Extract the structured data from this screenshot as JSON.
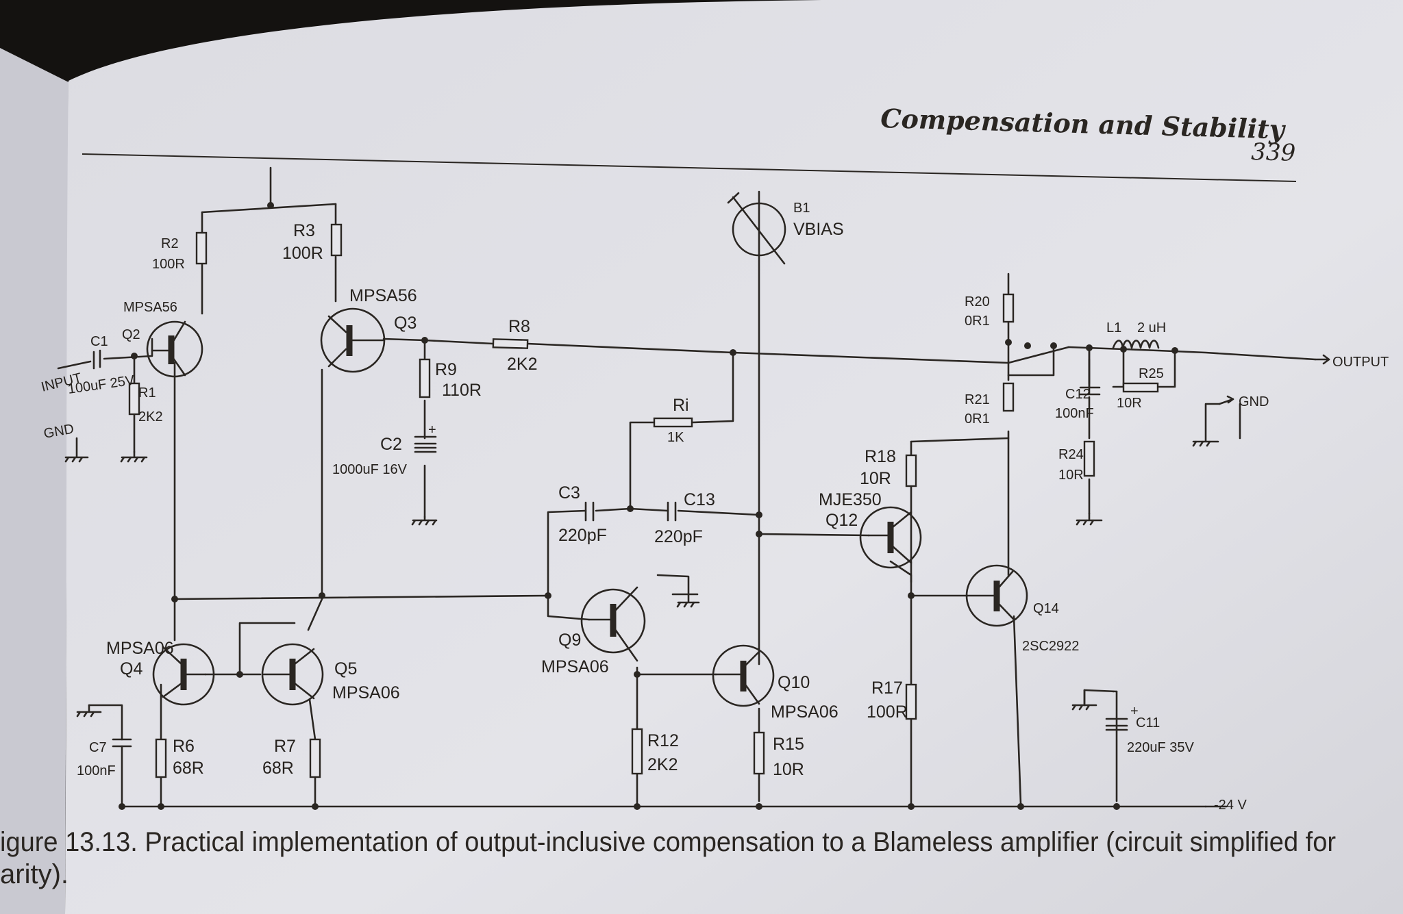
{
  "header": {
    "title": "Compensation and Stability",
    "page_number": "339"
  },
  "caption": {
    "line1": "igure 13.13. Practical implementation of output-inclusive compensation to a Blameless amplifier (circuit simplified for",
    "line2": "arity)."
  },
  "ports": {
    "input": "INPUT",
    "gnd_in": "GND",
    "output": "OUTPUT",
    "gnd_out": "GND",
    "supply": "-24 V"
  },
  "components": {
    "R2": {
      "ref": "R2",
      "value": "100R"
    },
    "R3": {
      "ref": "R3",
      "value": "100R"
    },
    "Q2": {
      "ref": "Q2",
      "part": "MPSA56"
    },
    "Q3": {
      "ref": "Q3",
      "part": "MPSA56"
    },
    "C1": {
      "ref": "C1",
      "value": "100uF 25V"
    },
    "R1": {
      "ref": "R1",
      "value": "2K2"
    },
    "R8": {
      "ref": "R8",
      "value": "2K2"
    },
    "R9": {
      "ref": "R9",
      "value": "110R"
    },
    "C2": {
      "ref": "C2",
      "value": "1000uF 16V"
    },
    "B1": {
      "ref": "B1",
      "value": "VBIAS"
    },
    "Ri": {
      "ref": "Ri",
      "value": "1K"
    },
    "C3": {
      "ref": "C3",
      "value": "220pF"
    },
    "C13": {
      "ref": "C13",
      "value": "220pF"
    },
    "R20": {
      "ref": "R20",
      "value": "0R1"
    },
    "R21": {
      "ref": "R21",
      "value": "0R1"
    },
    "L1": {
      "ref": "L1",
      "value": "2 uH"
    },
    "R25": {
      "ref": "R25",
      "value": "10R"
    },
    "C12": {
      "ref": "C12",
      "value": "100nF"
    },
    "R24": {
      "ref": "R24",
      "value": "10R"
    },
    "R18": {
      "ref": "R18",
      "value": "10R"
    },
    "Q12": {
      "ref": "Q12",
      "part": "MJE350"
    },
    "Q14": {
      "ref": "Q14",
      "part": "2SC2922"
    },
    "Q9": {
      "ref": "Q9",
      "part": "MPSA06"
    },
    "Q4": {
      "ref": "Q4",
      "part": "MPSA06"
    },
    "Q5": {
      "ref": "Q5",
      "part": "MPSA06"
    },
    "Q10": {
      "ref": "Q10",
      "part": "MPSA06"
    },
    "R17": {
      "ref": "R17",
      "value": "100R"
    },
    "C11": {
      "ref": "C11",
      "value": "220uF 35V"
    },
    "C7": {
      "ref": "C7",
      "value": "100nF"
    },
    "R6": {
      "ref": "R6",
      "value": "68R"
    },
    "R7": {
      "ref": "R7",
      "value": "68R"
    },
    "R12": {
      "ref": "R12",
      "value": "2K2"
    },
    "R15": {
      "ref": "R15",
      "value": "10R"
    }
  }
}
